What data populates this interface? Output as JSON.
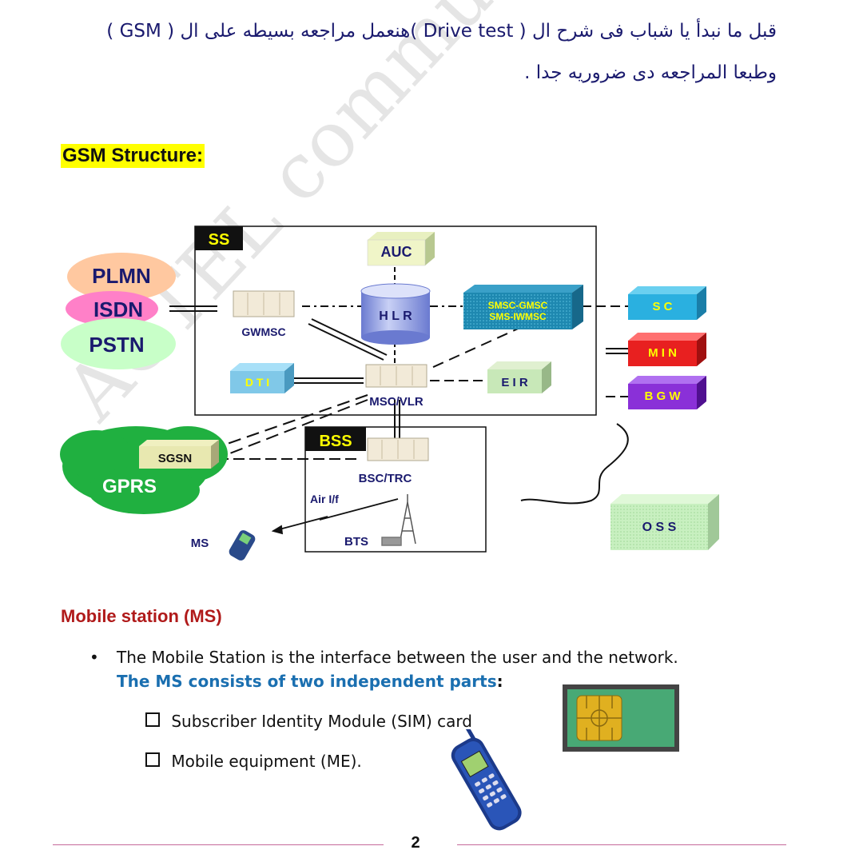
{
  "intro": {
    "line1": "قبل ما نبدأ يا شباب فى شرح ال ( Drive test )هنعمل مراجعه بسيطه على ال ( GSM )",
    "line2": "وطبعا المراجعه دى ضروريه جدا ."
  },
  "heading": "GSM Structure:",
  "watermark": "ACTEL communications",
  "diagram": {
    "ss_label": "SS",
    "bss_label": "BSS",
    "networks": [
      "PLMN",
      "ISDN",
      "PSTN"
    ],
    "auc": "AUC",
    "hlr": "H L R",
    "gwmsc": "GWMSC",
    "smsc_line1": "SMSC-GMSC",
    "smsc_line2": "SMS-IWMSC",
    "sc": "S C",
    "min": "M I N",
    "bgw": "B G W",
    "dti": "D T I",
    "eir": "E I R",
    "msc_vlr": "MSC/VLR",
    "sgsn": "SGSN",
    "gprs": "GPRS",
    "bsc_trc": "BSC/TRC",
    "air_if": "Air I/f",
    "bts": "BTS",
    "ms": "MS",
    "oss": "O S S"
  },
  "section": {
    "title": "Mobile station (MS)",
    "bullet": "The Mobile Station is the interface between the user and the network.",
    "blue": "The MS consists of two independent parts",
    "colon": ":",
    "items": [
      "Subscriber Identity Module (SIM) card",
      "Mobile equipment (ME)."
    ]
  },
  "page_number": "2",
  "colors": {
    "heading_bg": "#ffff00",
    "section_title": "#b01a1a",
    "blue": "#1a6fb0",
    "arabic": "#1a1a6e"
  }
}
